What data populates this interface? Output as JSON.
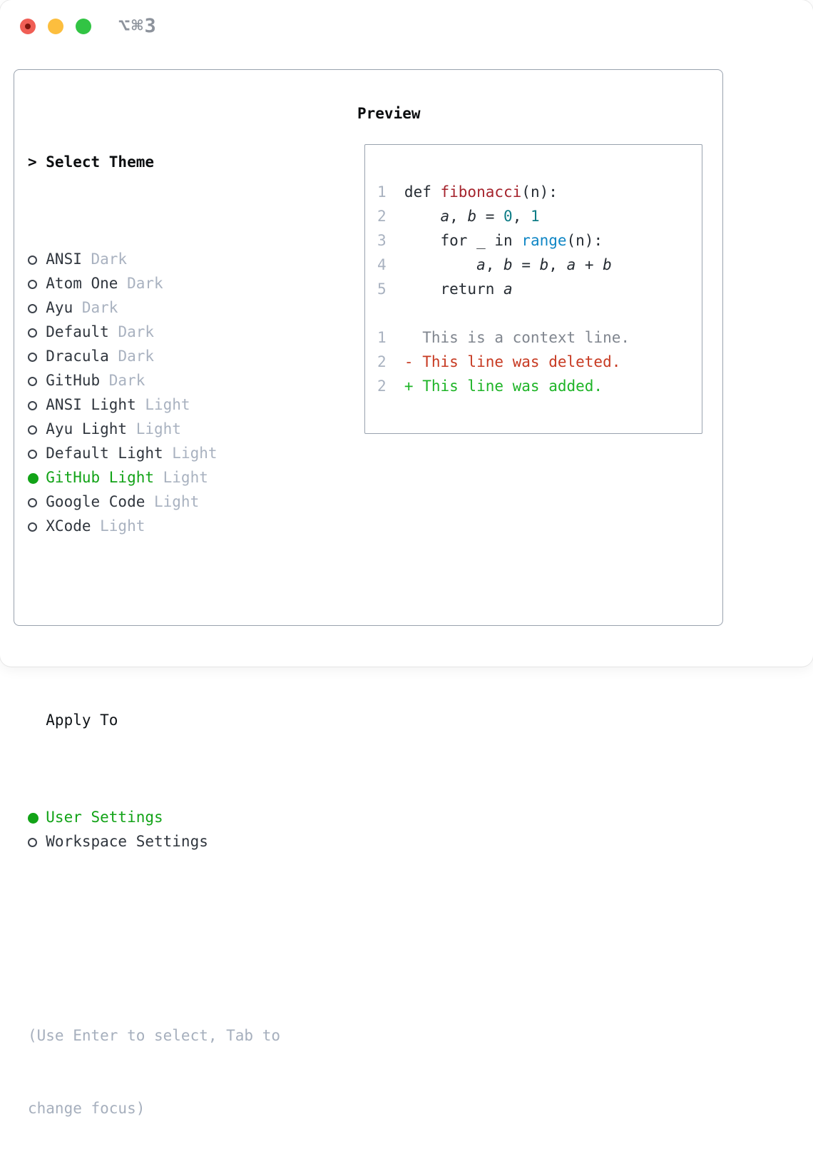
{
  "titlebar": {
    "shortcut_label": "⌥⌘3",
    "traffic_lights": [
      "close",
      "minimize",
      "zoom"
    ]
  },
  "colors": {
    "tl_red": "#f05e55",
    "tl_red_dot": "#7e150d",
    "tl_yellow": "#fcbe3e",
    "tl_green": "#32c444",
    "selected_green": "#12a317",
    "diff_add_green": "#1eb427",
    "diff_del_red": "#c73a22",
    "func_red": "#a5242d",
    "num_teal": "#0e7c86",
    "builtin_blue": "#0f86c5"
  },
  "theme_panel": {
    "title_prefix": ">",
    "title": "Select Theme",
    "themes": [
      {
        "name": "ANSI",
        "variant": "Dark",
        "selected": false
      },
      {
        "name": "Atom One",
        "variant": "Dark",
        "selected": false
      },
      {
        "name": "Ayu",
        "variant": "Dark",
        "selected": false
      },
      {
        "name": "Default",
        "variant": "Dark",
        "selected": false
      },
      {
        "name": "Dracula",
        "variant": "Dark",
        "selected": false
      },
      {
        "name": "GitHub",
        "variant": "Dark",
        "selected": false
      },
      {
        "name": "ANSI Light",
        "variant": "Light",
        "selected": false
      },
      {
        "name": "Ayu Light",
        "variant": "Light",
        "selected": false
      },
      {
        "name": "Default Light",
        "variant": "Light",
        "selected": false
      },
      {
        "name": "GitHub Light",
        "variant": "Light",
        "selected": true
      },
      {
        "name": "Google Code",
        "variant": "Light",
        "selected": false
      },
      {
        "name": "XCode",
        "variant": "Light",
        "selected": false
      }
    ],
    "apply_to": {
      "title": "Apply To",
      "options": [
        {
          "label": "User Settings",
          "selected": true
        },
        {
          "label": "Workspace Settings",
          "selected": false
        }
      ]
    },
    "hint_lines": [
      "(Use Enter to select, Tab to",
      "change focus)"
    ]
  },
  "preview": {
    "title": "Preview",
    "lines": [
      {
        "no": "1",
        "tokens": [
          [
            "def ",
            "plain"
          ],
          [
            "fibonacci",
            "func"
          ],
          [
            "(n):",
            "plain"
          ]
        ]
      },
      {
        "no": "2",
        "tokens": [
          [
            "    ",
            "plain"
          ],
          [
            "a",
            "var"
          ],
          [
            ", ",
            "plain"
          ],
          [
            "b",
            "var"
          ],
          [
            " = ",
            "plain"
          ],
          [
            "0",
            "num"
          ],
          [
            ", ",
            "plain"
          ],
          [
            "1",
            "num"
          ]
        ]
      },
      {
        "no": "3",
        "tokens": [
          [
            "    for _ in ",
            "plain"
          ],
          [
            "range",
            "builtin"
          ],
          [
            "(n):",
            "plain"
          ]
        ]
      },
      {
        "no": "4",
        "tokens": [
          [
            "        ",
            "plain"
          ],
          [
            "a",
            "var"
          ],
          [
            ", ",
            "plain"
          ],
          [
            "b",
            "var"
          ],
          [
            " = ",
            "plain"
          ],
          [
            "b",
            "var"
          ],
          [
            ", ",
            "plain"
          ],
          [
            "a",
            "var"
          ],
          [
            " + ",
            "plain"
          ],
          [
            "b",
            "var"
          ]
        ]
      },
      {
        "no": "5",
        "tokens": [
          [
            "    return ",
            "plain"
          ],
          [
            "a",
            "var"
          ]
        ]
      },
      {
        "no": "",
        "tokens": []
      },
      {
        "no": "1",
        "tokens": [
          [
            "  This is a context line.",
            "ctx"
          ]
        ]
      },
      {
        "no": "2",
        "tokens": [
          [
            "- This line was deleted.",
            "del"
          ]
        ]
      },
      {
        "no": "2",
        "tokens": [
          [
            "+ This line was added.",
            "add"
          ]
        ]
      }
    ]
  }
}
